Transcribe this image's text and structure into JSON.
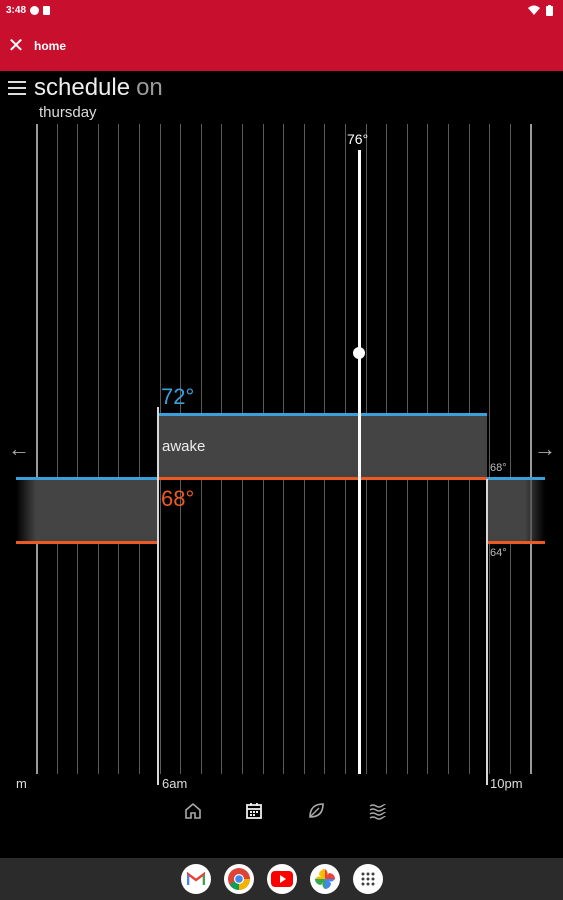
{
  "status_bar": {
    "time": "3:48"
  },
  "app_bar": {
    "title": "home"
  },
  "schedule": {
    "title": "schedule",
    "state": "on",
    "day": "thursday"
  },
  "current": {
    "temp": "76°"
  },
  "periods": [
    {
      "name": "awake",
      "high": "72°",
      "low": "68°"
    },
    {
      "name": "",
      "high": "68°",
      "low": "64°"
    }
  ],
  "time_labels": {
    "left": "m",
    "start": "6am",
    "end": "10pm"
  },
  "colors": {
    "app_bar": "#c8102e",
    "cool": "#3aa0dc",
    "heat": "#ec5a24"
  },
  "bottom_nav": [
    "home-icon",
    "schedule-icon",
    "eco-leaf-icon",
    "hvac-waves-icon"
  ],
  "dock_apps": [
    "gmail",
    "chrome",
    "youtube",
    "photos",
    "app-drawer"
  ]
}
